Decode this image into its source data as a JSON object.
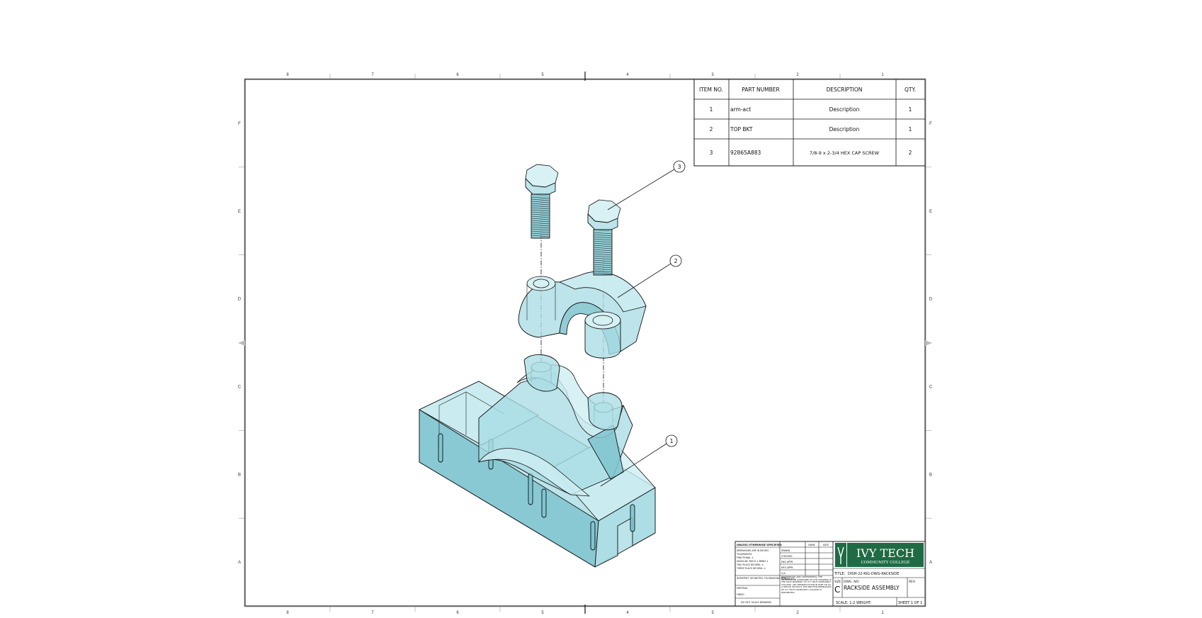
{
  "bom": {
    "headers": [
      "ITEM NO.",
      "PART NUMBER",
      "DESCRIPTION",
      "QTY."
    ],
    "rows": [
      {
        "item": "1",
        "part_number": "arm-act",
        "description": "Description",
        "qty": "1"
      },
      {
        "item": "2",
        "part_number": "TOP BKT",
        "description": "Description",
        "qty": "1"
      },
      {
        "item": "3",
        "part_number": "92865A883",
        "description": "7/8-9 x 2-3/4 HEX CAP SCREW",
        "qty": "2"
      }
    ]
  },
  "balloons": [
    "3",
    "2",
    "1"
  ],
  "zones": {
    "columns_left_to_right": [
      "8",
      "7",
      "6",
      "5",
      "4",
      "3",
      "2",
      "1"
    ],
    "rows_top_to_bottom": [
      "F",
      "E",
      "D",
      "C",
      "B",
      "A"
    ]
  },
  "title_block": {
    "logo_line1": "IVY TECH",
    "logo_line2": "COMMUNITY COLLEGE",
    "unless_noted": "UNLESS OTHERWISE SPECIFIED:",
    "left_notes": [
      "DIMENSIONS ARE IN INCHES",
      "TOLERANCES:",
      "FRACTIONAL ±",
      "ANGULAR: MACH ±  BEND ±",
      "TWO PLACE DECIMAL  ±",
      "THREE PLACE DECIMAL  ±"
    ],
    "interpret": "INTERPRET GEOMETRIC TOLERANCING PER:",
    "material": "MATERIAL",
    "finish": "FINISH",
    "do_not_scale": "DO NOT SCALE DRAWING",
    "name_header": "NAME",
    "date_header": "DATE",
    "roles": [
      "DRAWN",
      "CHECKED",
      "ENG APPR.",
      "MFG APPR.",
      "Q.A.",
      "COMMENTS:"
    ],
    "proprietary": "PROPRIETARY AND CONFIDENTIAL THE INFORMATION CONTAINED IN THIS DRAWING IS THE SOLE PROPERTY OF IVY TECH COMMUNITY COLLEGE. ANY REPRODUCTION IN PART OR AS A WHOLE WITHOUT THE WRITTEN PERMISSION OF IVY TECH COMMUNITY COLLEGE IS PROHIBITED.",
    "title_label": "TITLE:",
    "title": "RACKSIDE ASSEMBLY",
    "dwg_label": "DWG. NO.",
    "dwg_no": "DISH-22-RIG-DWG-RACKSIDE",
    "size_label": "SIZE",
    "size": "C",
    "rev_label": "REV",
    "scale": "SCALE: 1:2 WEIGHT:",
    "sheet": "SHEET 1 OF 1"
  },
  "colors": {
    "part_fill": "#a9dde4",
    "logo_green": "#1f6b45",
    "border": "#222222"
  }
}
